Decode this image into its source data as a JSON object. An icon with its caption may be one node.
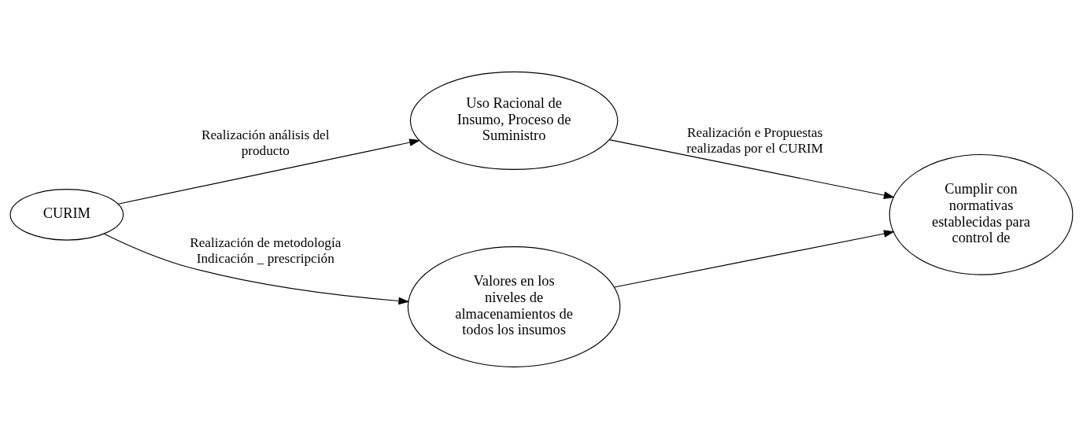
{
  "diagram": {
    "nodes": [
      {
        "text": [
          "CURIM"
        ]
      },
      {
        "text": [
          "Uso Racional de Insumo, Proceso de Suministro"
        ]
      },
      {
        "text": [
          "Valores en los niveles de almacenamientos de todos los insumos"
        ]
      },
      {
        "text": [
          "Cumplir con normativas establecidas para control de"
        ]
      }
    ],
    "edges": [
      {
        "from": 0,
        "to": 1,
        "arrow": "to",
        "label": "Realización análisis del producto"
      },
      {
        "from": 0,
        "to": 2,
        "arrow": "to",
        "label": "Realización de metodología Indicación _ prescripción"
      },
      {
        "from": 1,
        "to": 3,
        "arrow": "to",
        "label": "Realización e Propuestas realizadas por el CURIM"
      },
      {
        "from": 2,
        "to": 3,
        "arrow": "to"
      }
    ]
  }
}
